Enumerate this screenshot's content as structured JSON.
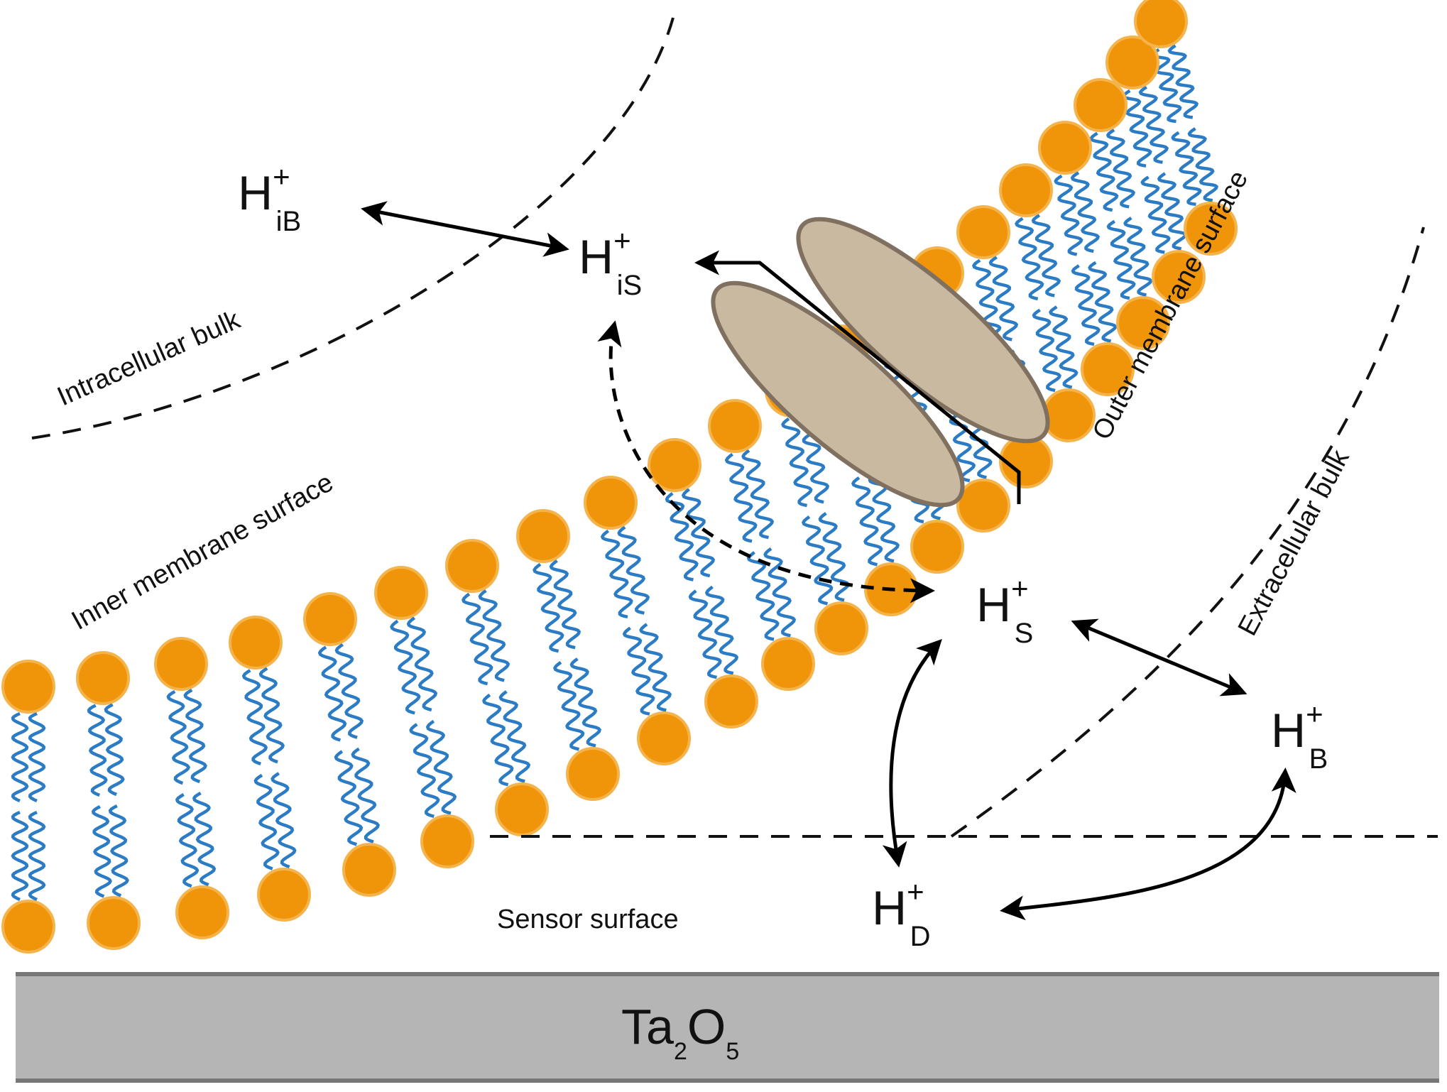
{
  "colors": {
    "head": "#f0950a",
    "head_rim": "#f5b34c",
    "tail": "#2b7cc4",
    "channel": "#c8b9a0",
    "channel_stroke": "#807060",
    "substrate": "#b5b5b5",
    "substrate_edge": "#777777",
    "arrow": "#000000"
  },
  "labels": {
    "intracellular_bulk": "Intracellular bulk",
    "inner_membrane_surface": "Inner membrane surface",
    "outer_membrane_surface": "Outer membrane surface",
    "extracellular_bulk": "Extracellular bulk",
    "sensor_surface": "Sensor surface"
  },
  "species": {
    "h_ib": {
      "main": "H",
      "sup": "+",
      "sub": "iB"
    },
    "h_is": {
      "main": "H",
      "sup": "+",
      "sub": "iS"
    },
    "h_s": {
      "main": "H",
      "sup": "+",
      "sub": "S"
    },
    "h_b": {
      "main": "H",
      "sup": "+",
      "sub": "B"
    },
    "h_d": {
      "main": "H",
      "sup": "+",
      "sub": "D"
    }
  },
  "substrate": {
    "pre": "Ta",
    "sub1": "2",
    "mid": "O",
    "sub2": "5"
  }
}
